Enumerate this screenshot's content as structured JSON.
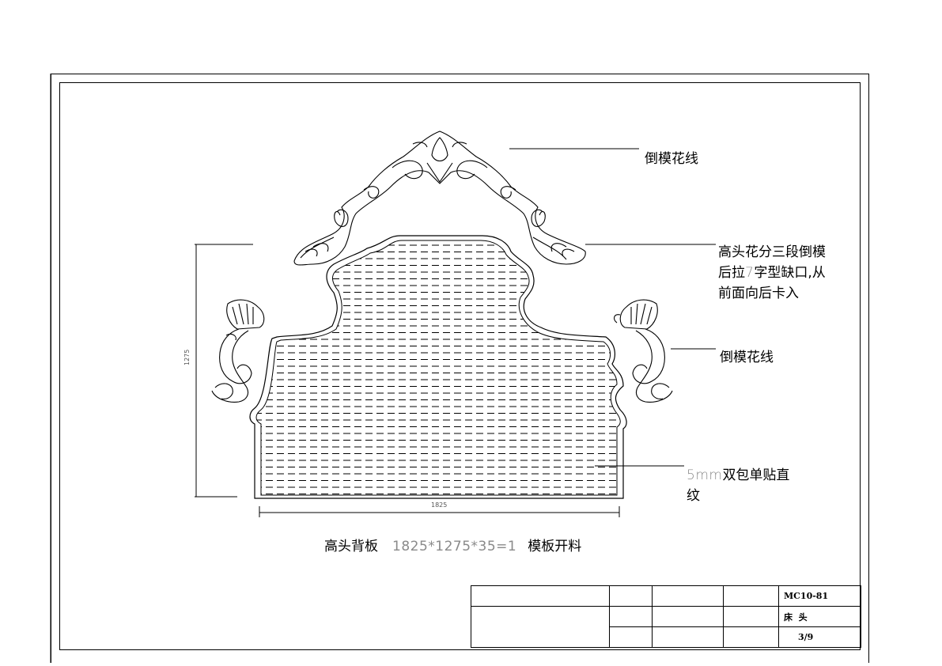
{
  "notes": {
    "top_label": "倒模花线",
    "right_label_line1": "高头花分三段倒模",
    "right_label_line2_pre": "后拉",
    "right_label_line2_num": "7",
    "right_label_line2_post": "字型缺口,从",
    "right_label_line3": "前面向后卡入",
    "side_label": "倒模花线",
    "veneer_label_thin": "5mm",
    "veneer_label_rest": "双包单贴直",
    "veneer_label_line2": "纹"
  },
  "caption": {
    "title": "高头背板",
    "dims": "1825*1275*35=1",
    "suffix": "模板开料"
  },
  "dimensions": {
    "height": "1275",
    "width": "1825"
  },
  "title_block": {
    "code": "MC10-81",
    "part": "床  头",
    "page": "3/9"
  }
}
